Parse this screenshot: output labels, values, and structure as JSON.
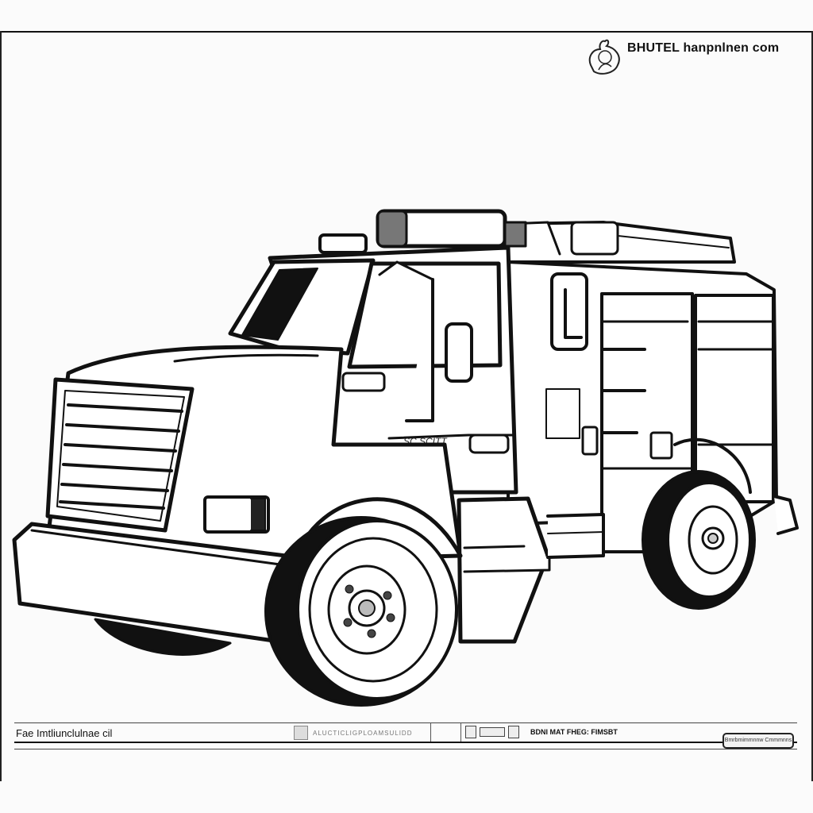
{
  "brand": {
    "site_text": "BHUTEL hanpnlnen com",
    "logo_icon": "bird-mascot-icon"
  },
  "footer": {
    "title": "Fae Imtliunclulnae cil",
    "mid_text": "ALUCTICLIGPLOAMSULIDD",
    "meta_text": "BDNI MAT FHEG: FIMSBT",
    "pill_text": "Bmrbmimmnnw Cmmmnns"
  },
  "artwork": {
    "subject": "fire-truck-icon",
    "stroke_color": "#111111",
    "fill_color": "#ffffff"
  }
}
